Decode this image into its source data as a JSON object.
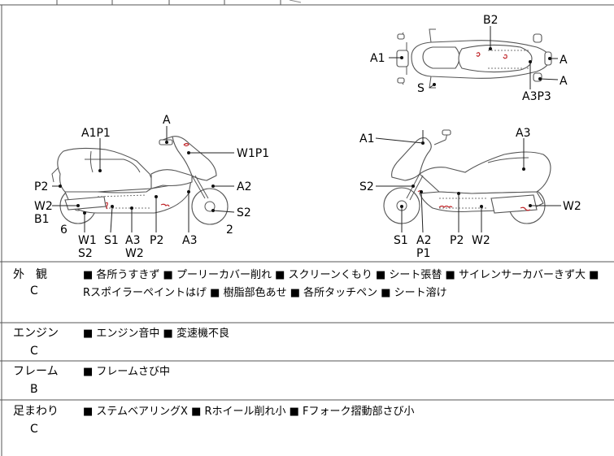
{
  "diagrams": {
    "top_view": {
      "B2": "B2",
      "A1": "A1",
      "A_r1": "A",
      "A_r2": "A",
      "S": "S",
      "A3P3": "A3P3"
    },
    "left_side": {
      "A": "A",
      "A1P1": "A1P1",
      "W1P1": "W1P1",
      "P2": "P2",
      "A2": "A2",
      "W2": "W2",
      "B1": "B1",
      "S2_r": "S2",
      "n6": "6",
      "n2": "2",
      "W1": "W1",
      "S2_b": "S2",
      "S1": "S1",
      "A3": "A3",
      "W2_b": "W2",
      "P2_b": "P2",
      "A3_b": "A3"
    },
    "right_side": {
      "A1": "A1",
      "A3": "A3",
      "S2": "S2",
      "W2": "W2",
      "S1": "S1",
      "A2": "A2",
      "P1": "P1",
      "P2": "P2",
      "W2_b": "W2"
    }
  },
  "rows": [
    {
      "category": "外　観",
      "grade": "C",
      "lines": [
        "■ 各所うすきず ■ プーリーカバー削れ ■ スクリーンくもり ■ シート張替 ■ サイレンサーカバーきず大 ■",
        "Rスポイラーペイントはげ ■ 樹脂部色あせ ■ 各所タッチペン ■ シート溶け"
      ]
    },
    {
      "category": "エンジン",
      "grade": "C",
      "lines": [
        "■ エンジン音中 ■ 変速機不良"
      ]
    },
    {
      "category": "フレーム",
      "grade": "B",
      "lines": [
        "■ フレームさび中"
      ]
    },
    {
      "category": "足まわり",
      "grade": "C",
      "lines": [
        "■ ステムベアリングX ■ Rホイール削れ小 ■ Fフォーク摺動部さび小"
      ]
    }
  ]
}
